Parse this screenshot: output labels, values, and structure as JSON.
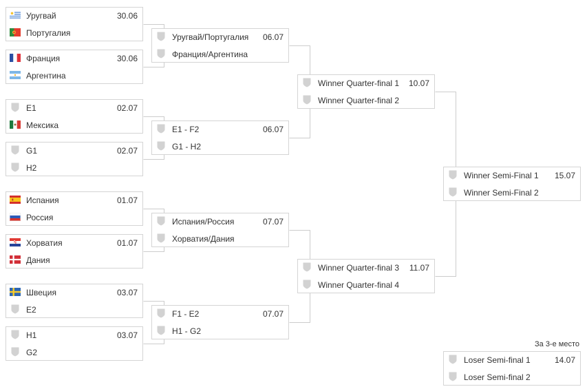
{
  "third_place_label": "За 3-е место",
  "matches": [
    {
      "id": "r16-1",
      "date": "30.06",
      "teams": [
        {
          "name": "Уругвай",
          "icon": "flag-uruguay"
        },
        {
          "name": "Португалия",
          "icon": "flag-portugal"
        }
      ]
    },
    {
      "id": "r16-2",
      "date": "30.06",
      "teams": [
        {
          "name": "Франция",
          "icon": "flag-france"
        },
        {
          "name": "Аргентина",
          "icon": "flag-argentina"
        }
      ]
    },
    {
      "id": "r16-3",
      "date": "02.07",
      "teams": [
        {
          "name": "E1",
          "icon": "shield-icon"
        },
        {
          "name": "Мексика",
          "icon": "flag-mexico"
        }
      ]
    },
    {
      "id": "r16-4",
      "date": "02.07",
      "teams": [
        {
          "name": "G1",
          "icon": "shield-icon"
        },
        {
          "name": "H2",
          "icon": "shield-icon"
        }
      ]
    },
    {
      "id": "r16-5",
      "date": "01.07",
      "teams": [
        {
          "name": "Испания",
          "icon": "flag-spain"
        },
        {
          "name": "Россия",
          "icon": "flag-russia"
        }
      ]
    },
    {
      "id": "r16-6",
      "date": "01.07",
      "teams": [
        {
          "name": "Хорватия",
          "icon": "flag-croatia"
        },
        {
          "name": "Дания",
          "icon": "flag-denmark"
        }
      ]
    },
    {
      "id": "r16-7",
      "date": "03.07",
      "teams": [
        {
          "name": "Швеция",
          "icon": "flag-sweden"
        },
        {
          "name": "E2",
          "icon": "shield-icon"
        }
      ]
    },
    {
      "id": "r16-8",
      "date": "03.07",
      "teams": [
        {
          "name": "H1",
          "icon": "shield-icon"
        },
        {
          "name": "G2",
          "icon": "shield-icon"
        }
      ]
    },
    {
      "id": "qf-1",
      "date": "06.07",
      "teams": [
        {
          "name": "Уругвай/Португалия",
          "icon": "shield-icon"
        },
        {
          "name": "Франция/Аргентина",
          "icon": "shield-icon"
        }
      ]
    },
    {
      "id": "qf-2",
      "date": "06.07",
      "teams": [
        {
          "name": "E1 - F2",
          "icon": "shield-icon"
        },
        {
          "name": "G1 - H2",
          "icon": "shield-icon"
        }
      ]
    },
    {
      "id": "qf-3",
      "date": "07.07",
      "teams": [
        {
          "name": "Испания/Россия",
          "icon": "shield-icon"
        },
        {
          "name": "Хорватия/Дания",
          "icon": "shield-icon"
        }
      ]
    },
    {
      "id": "qf-4",
      "date": "07.07",
      "teams": [
        {
          "name": "F1 - E2",
          "icon": "shield-icon"
        },
        {
          "name": "H1 - G2",
          "icon": "shield-icon"
        }
      ]
    },
    {
      "id": "sf-1",
      "date": "10.07",
      "teams": [
        {
          "name": "Winner Quarter-final 1",
          "icon": "shield-icon"
        },
        {
          "name": "Winner Quarter-final 2",
          "icon": "shield-icon"
        }
      ]
    },
    {
      "id": "sf-2",
      "date": "11.07",
      "teams": [
        {
          "name": "Winner Quarter-final 3",
          "icon": "shield-icon"
        },
        {
          "name": "Winner Quarter-final 4",
          "icon": "shield-icon"
        }
      ]
    },
    {
      "id": "final",
      "date": "15.07",
      "teams": [
        {
          "name": "Winner Semi-Final 1",
          "icon": "shield-icon"
        },
        {
          "name": "Winner Semi-Final 2",
          "icon": "shield-icon"
        }
      ]
    },
    {
      "id": "third-place",
      "date": "14.07",
      "teams": [
        {
          "name": "Loser Semi-final 1",
          "icon": "shield-icon"
        },
        {
          "name": "Loser Semi-final 2",
          "icon": "shield-icon"
        }
      ]
    }
  ],
  "colors": {
    "border": "#d4d4d4",
    "line": "#cccccc",
    "shield": "#d2d2d2",
    "text": "#333333"
  }
}
